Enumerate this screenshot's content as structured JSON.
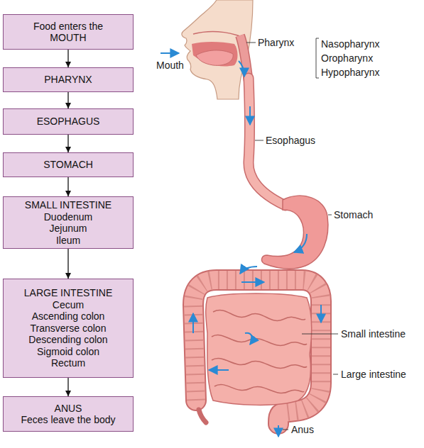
{
  "diagram": {
    "nodes": [
      {
        "text": [
          "Food enters the MOUTH"
        ]
      },
      {
        "text": [
          "PHARYNX"
        ]
      },
      {
        "text": [
          "ESOPHAGUS"
        ]
      },
      {
        "text": [
          "STOMACH"
        ]
      },
      {
        "text": [
          "SMALL INTESTINE",
          "Duodenum",
          "Jejunum",
          "Ileum"
        ]
      },
      {
        "text": [
          "LARGE INTESTINE",
          "Cecum",
          "Ascending colon",
          "Transverse colon",
          "Descending colon",
          "Sigmoid colon",
          "Rectum"
        ]
      },
      {
        "text": [
          "ANUS",
          "Feces leave the body"
        ]
      }
    ],
    "edges": [
      {
        "from": 0,
        "to": 1,
        "arrow": "to"
      },
      {
        "from": 1,
        "to": 2,
        "arrow": "to"
      },
      {
        "from": 2,
        "to": 3,
        "arrow": "to"
      },
      {
        "from": 3,
        "to": 4,
        "arrow": "to"
      },
      {
        "from": 4,
        "to": 5,
        "arrow": "to"
      },
      {
        "from": 5,
        "to": 6,
        "arrow": "to"
      }
    ],
    "labels": [
      "Mouth",
      "Pharynx",
      "Nasopharynx",
      "Oropharynx",
      "Hypopharynx",
      "Esophagus",
      "Stomach",
      "Small intestine",
      "Large intestine",
      "Anus"
    ]
  }
}
